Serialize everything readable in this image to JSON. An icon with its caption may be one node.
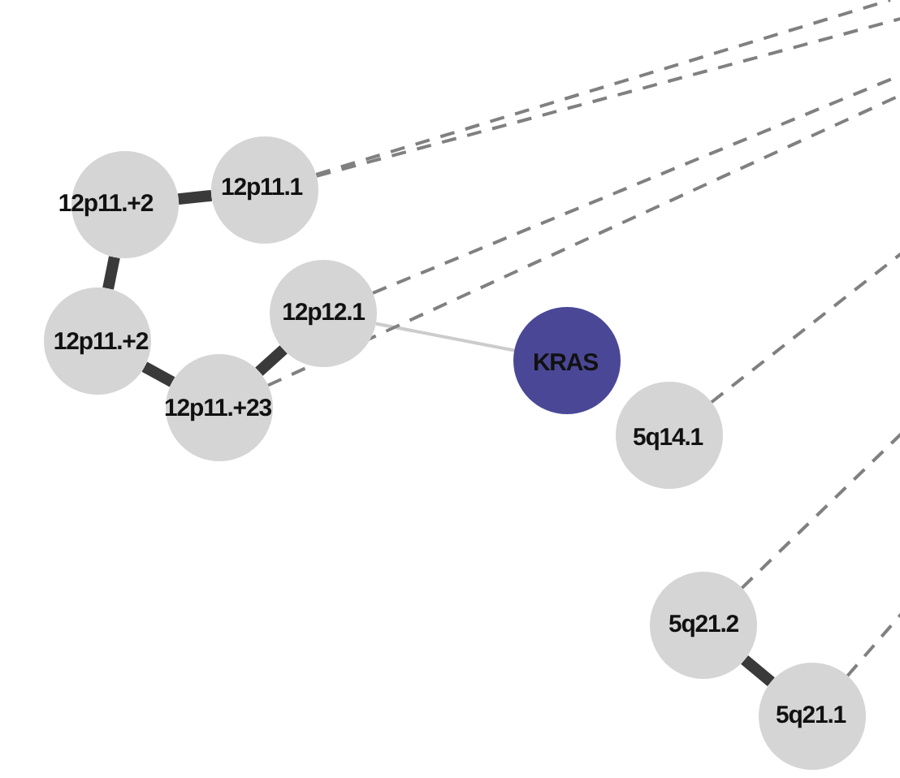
{
  "diagram": {
    "nodes": [
      {
        "text": [
          "12p11.+2"
        ]
      },
      {
        "text": [
          "12p11.1"
        ]
      },
      {
        "text": [
          "12p11.+2"
        ]
      },
      {
        "text": [
          "12p12.1"
        ]
      },
      {
        "text": [
          "12p11.+23"
        ]
      },
      {
        "text": [
          "KRAS"
        ]
      },
      {
        "text": [
          "5q14.1"
        ]
      },
      {
        "text": [
          "5q21.2"
        ]
      },
      {
        "text": [
          "5q21.1"
        ]
      }
    ],
    "edges": [
      {
        "from": 0,
        "to": 1,
        "arrow": "none",
        "style": "thick",
        "color": "#3a3a3a"
      },
      {
        "from": 0,
        "to": 2,
        "arrow": "none",
        "style": "thick",
        "color": "#3a3a3a"
      },
      {
        "from": 2,
        "to": 4,
        "arrow": "none",
        "style": "thick",
        "color": "#3a3a3a"
      },
      {
        "from": 4,
        "to": 3,
        "arrow": "none",
        "style": "thick",
        "color": "#3a3a3a"
      },
      {
        "from": 7,
        "to": 8,
        "arrow": "none",
        "style": "thick",
        "color": "#3a3a3a"
      },
      {
        "from": 3,
        "to": 5,
        "arrow": "none",
        "color": "#cccccc"
      },
      {
        "from": 1,
        "to": null,
        "arrow": "none",
        "style": "dashed"
      },
      {
        "from": 1,
        "to": null,
        "arrow": "none",
        "style": "dashed"
      },
      {
        "from": 3,
        "to": null,
        "arrow": "none",
        "style": "dashed"
      },
      {
        "from": 4,
        "to": null,
        "arrow": "none",
        "style": "dashed"
      },
      {
        "from": 6,
        "to": null,
        "arrow": "none",
        "style": "dashed"
      },
      {
        "from": 7,
        "to": null,
        "arrow": "none",
        "style": "dashed"
      },
      {
        "from": 8,
        "to": null,
        "arrow": "none",
        "style": "dashed"
      }
    ]
  }
}
